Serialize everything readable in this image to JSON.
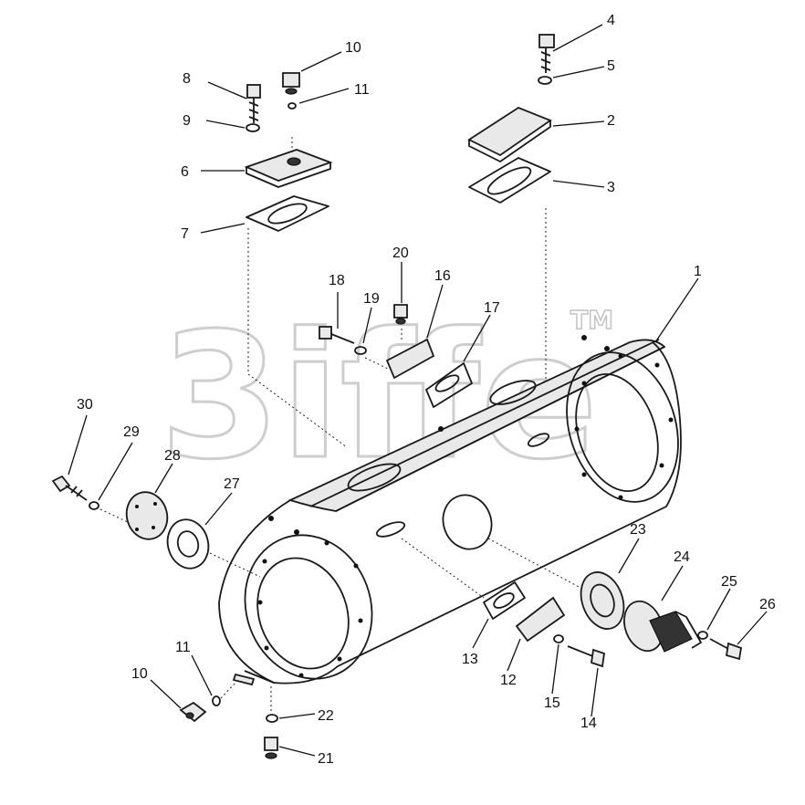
{
  "watermark": {
    "text": "3iffe",
    "tm": "TM"
  },
  "callouts": {
    "c1": "1",
    "c2": "2",
    "c3": "3",
    "c4": "4",
    "c5": "5",
    "c6": "6",
    "c7": "7",
    "c8": "8",
    "c9": "9",
    "c10a": "10",
    "c11a": "11",
    "c10b": "10",
    "c11b": "11",
    "c12": "12",
    "c13": "13",
    "c14": "14",
    "c15": "15",
    "c16": "16",
    "c17": "17",
    "c18": "18",
    "c19": "19",
    "c20": "20",
    "c21": "21",
    "c22": "22",
    "c23": "23",
    "c24": "24",
    "c25": "25",
    "c26": "26",
    "c27": "27",
    "c28": "28",
    "c29": "29",
    "c30": "30"
  }
}
